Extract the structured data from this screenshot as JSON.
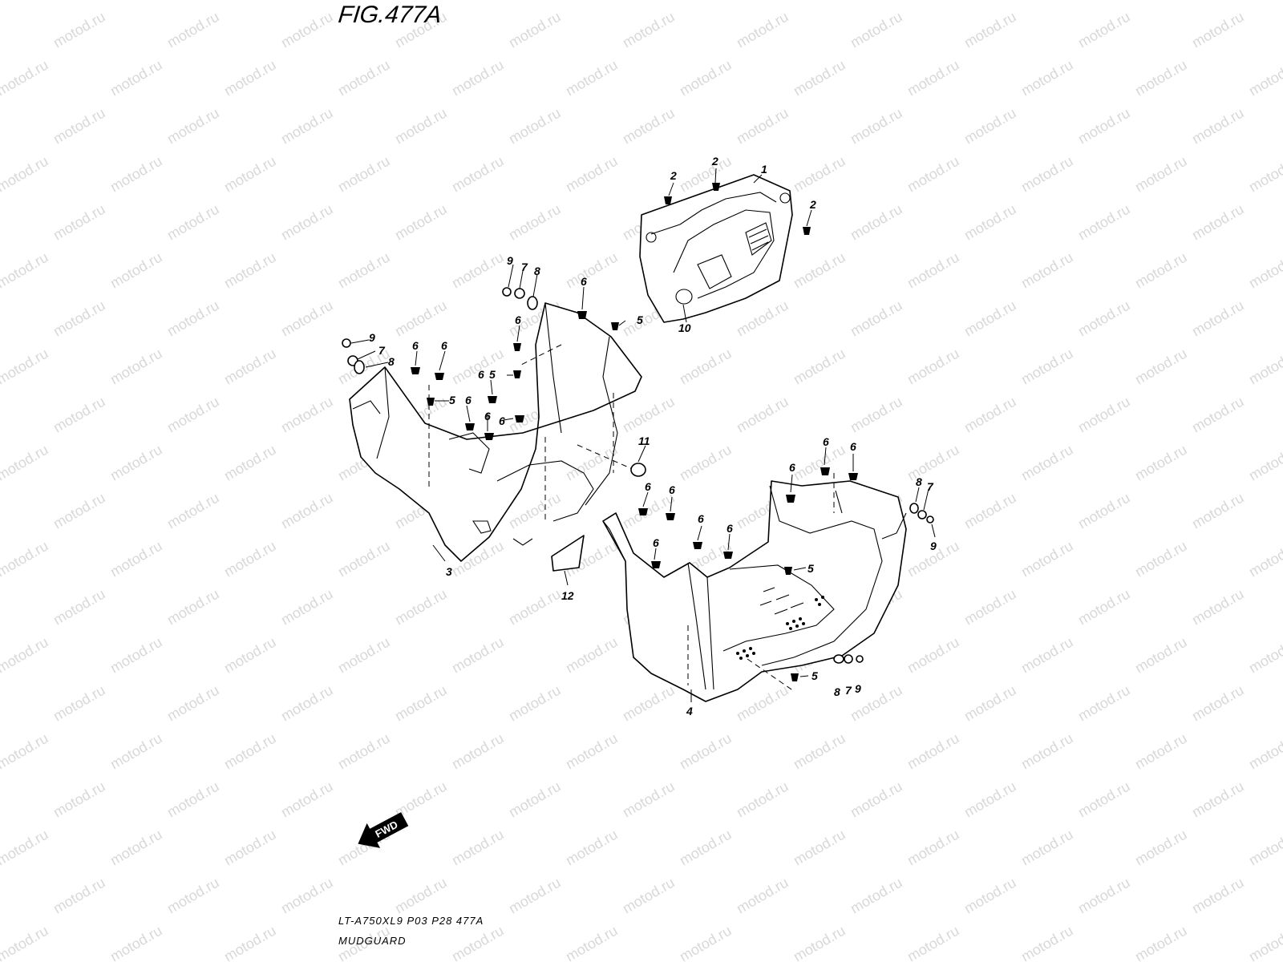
{
  "figure": {
    "title": "FIG.477A",
    "code": "LT-A750XL9  P03  P28  477A",
    "name": "MUDGUARD"
  },
  "watermark": "motod.ru",
  "direction_arrow": {
    "label": "FWD",
    "icon": "fwd-arrow-icon"
  },
  "callouts": [
    {
      "n": "1"
    },
    {
      "n": "2"
    },
    {
      "n": "2"
    },
    {
      "n": "2"
    },
    {
      "n": "10"
    },
    {
      "n": "9"
    },
    {
      "n": "7"
    },
    {
      "n": "8"
    },
    {
      "n": "6"
    },
    {
      "n": "5"
    },
    {
      "n": "6"
    },
    {
      "n": "9"
    },
    {
      "n": "7"
    },
    {
      "n": "8"
    },
    {
      "n": "6"
    },
    {
      "n": "6"
    },
    {
      "n": "6"
    },
    {
      "n": "5"
    },
    {
      "n": "5"
    },
    {
      "n": "6"
    },
    {
      "n": "6"
    },
    {
      "n": "6"
    },
    {
      "n": "11"
    },
    {
      "n": "3"
    },
    {
      "n": "12"
    },
    {
      "n": "6"
    },
    {
      "n": "6"
    },
    {
      "n": "6"
    },
    {
      "n": "6"
    },
    {
      "n": "6"
    },
    {
      "n": "6"
    },
    {
      "n": "6"
    },
    {
      "n": "6"
    },
    {
      "n": "8"
    },
    {
      "n": "7"
    },
    {
      "n": "9"
    },
    {
      "n": "5"
    },
    {
      "n": "5"
    },
    {
      "n": "8"
    },
    {
      "n": "7"
    },
    {
      "n": "9"
    },
    {
      "n": "4"
    }
  ],
  "colors": {
    "line": "#000000",
    "watermark": "#b9b9b9",
    "background": "#ffffff"
  }
}
